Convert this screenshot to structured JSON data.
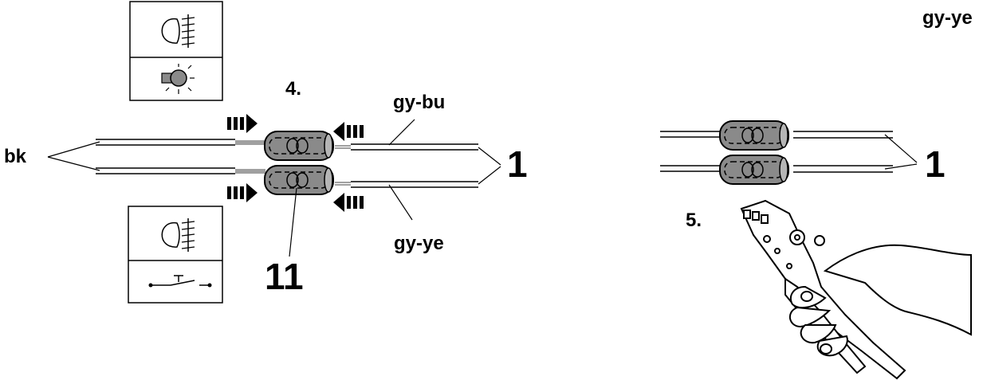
{
  "labels": {
    "corner_wire_color": "gy-ye",
    "step_4": "4.",
    "step_5": "5.",
    "wire_gy_bu": "gy-bu",
    "wire_gy_ye": "gy-ye",
    "wire_bk": "bk",
    "ref_1_left": "1",
    "ref_1_right": "1",
    "ref_11": "11"
  },
  "icons": {
    "panel_top": [
      "headlamp-icon",
      "lamp-bulb-icon"
    ],
    "panel_bottom": [
      "headlamp-icon",
      "push-switch-icon"
    ],
    "tool": "crimping-pliers-icon",
    "connector": "butt-splice-connector-icon",
    "arrow": "push-arrow-icon"
  },
  "colors": {
    "line": "#000000",
    "connector_fill": "#8a8a8a",
    "background": "#ffffff"
  }
}
